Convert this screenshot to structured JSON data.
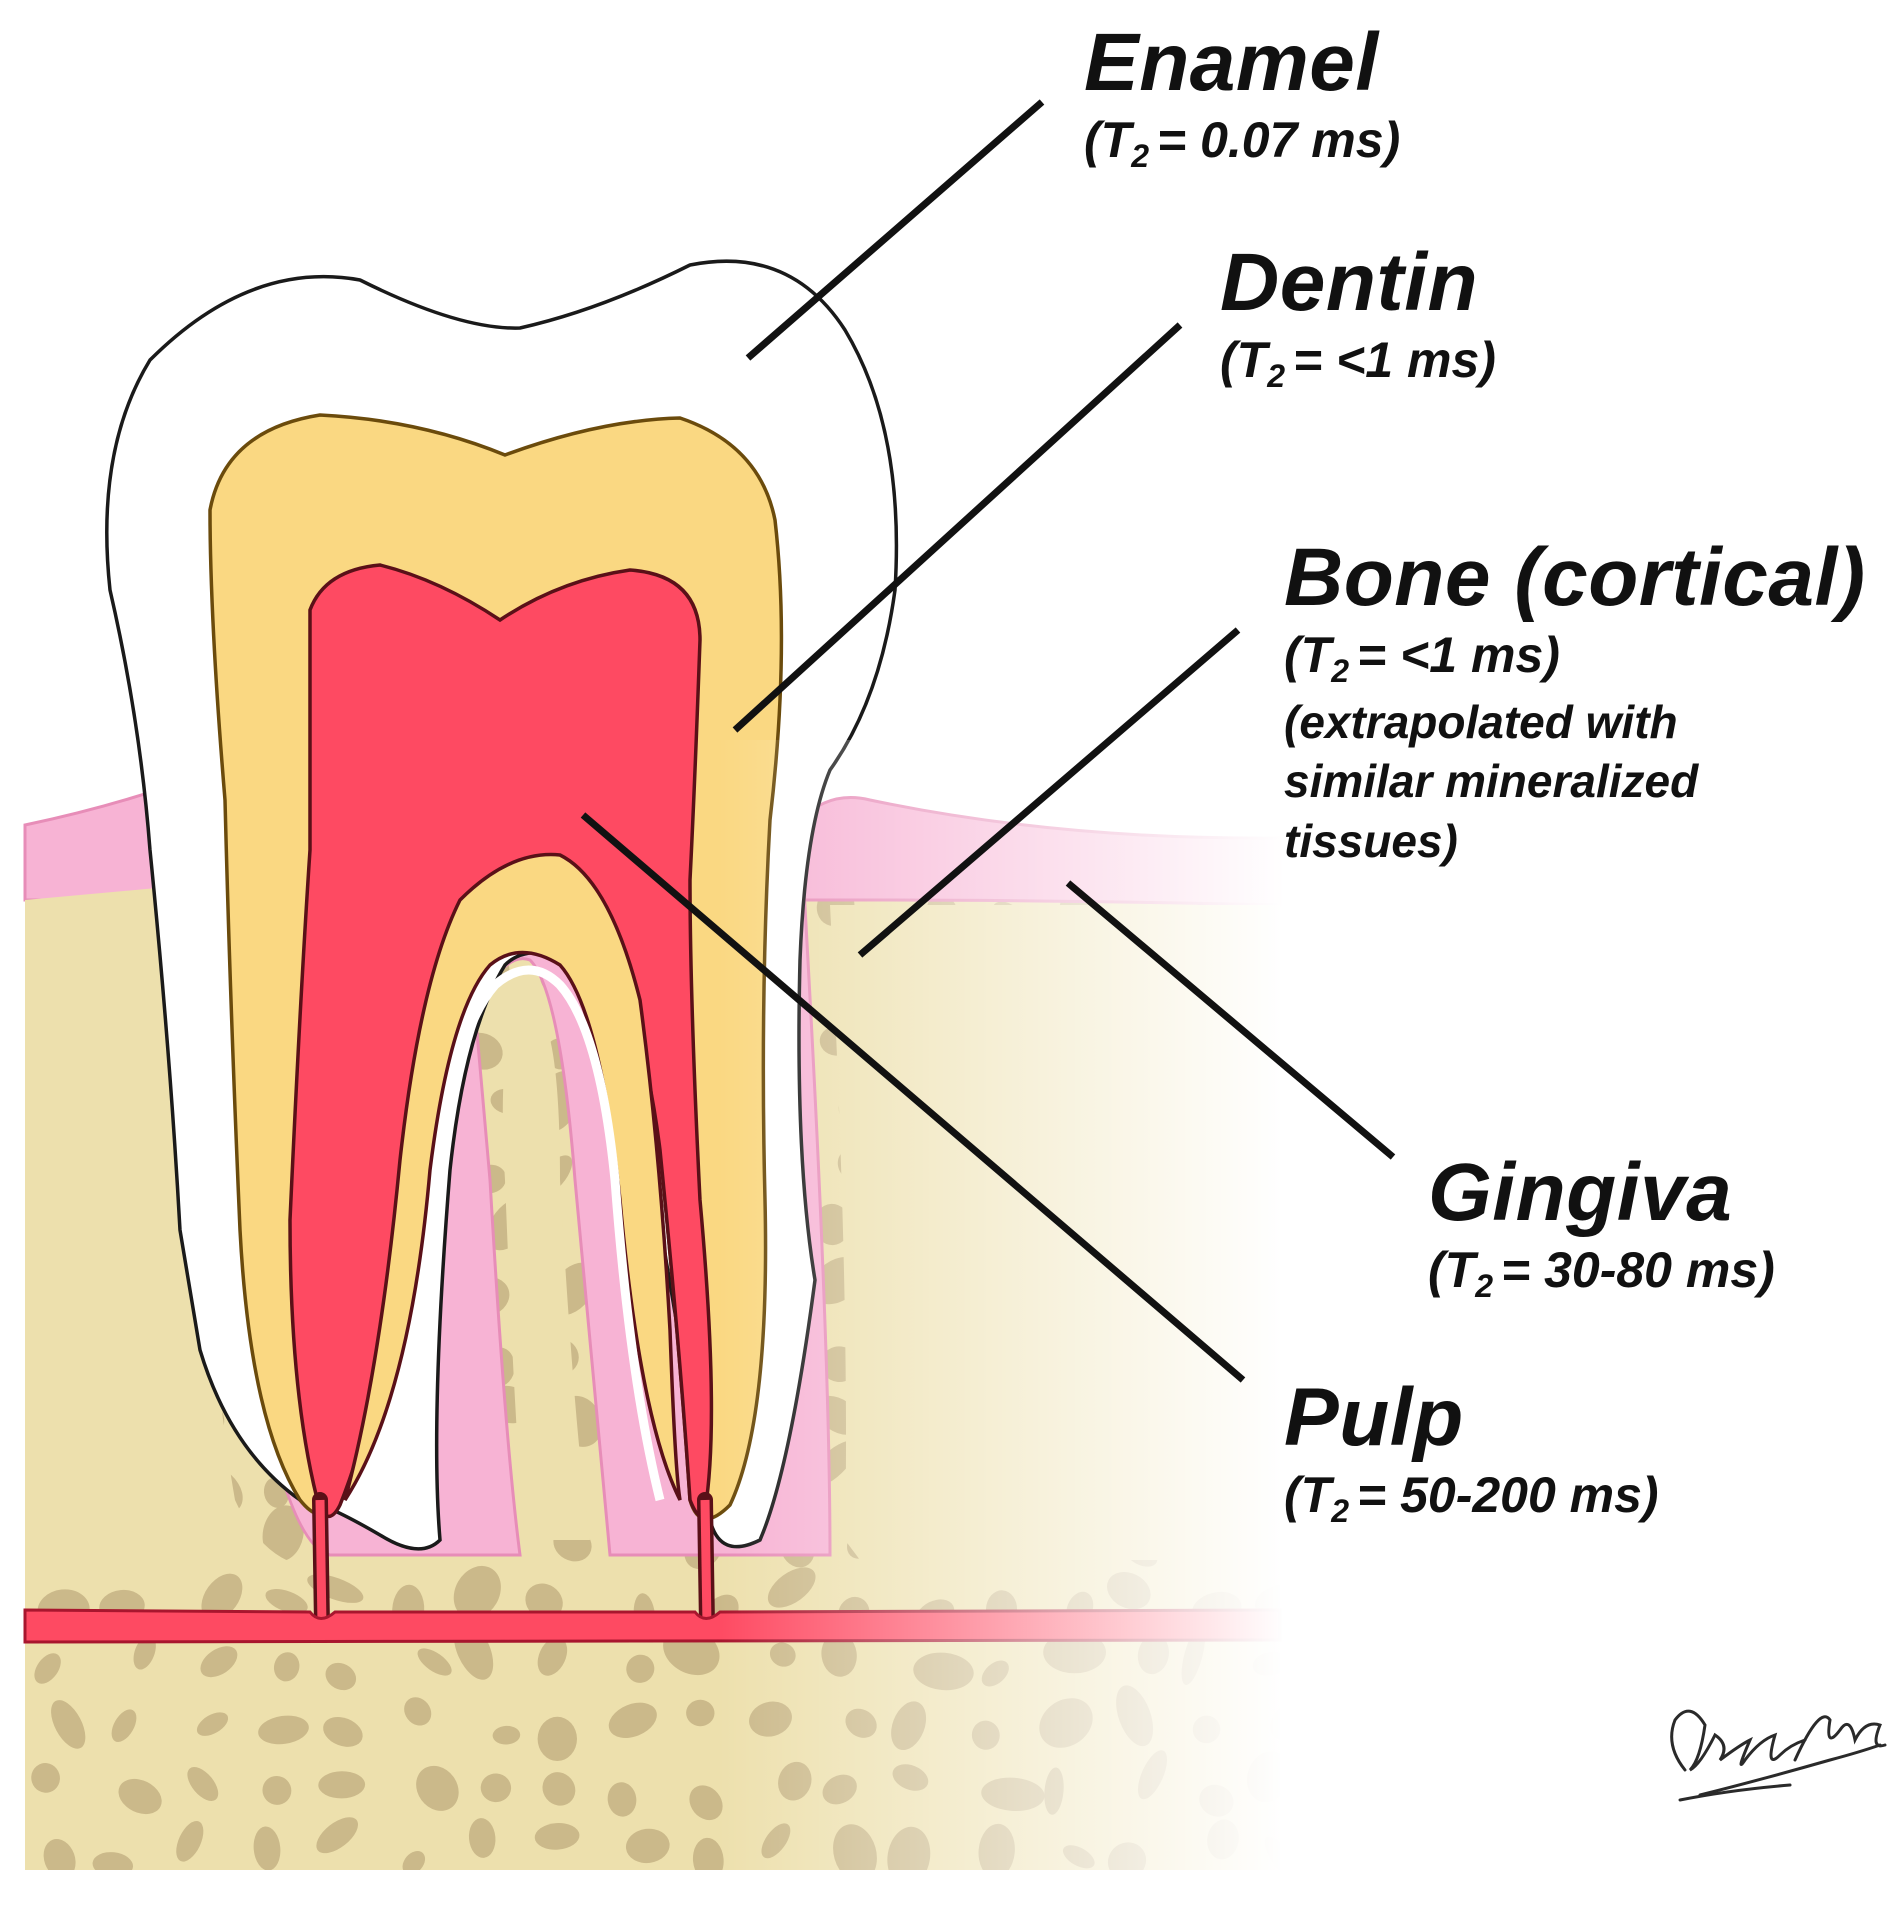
{
  "labels": {
    "enamel": {
      "name": "Enamel",
      "t2_prefix": "(T",
      "t2_sub": "2",
      "t2_value": "= 0.07 ms)"
    },
    "dentin": {
      "name": "Dentin",
      "t2_prefix": "(T",
      "t2_sub": "2",
      "t2_value": "= <1 ms)"
    },
    "bone": {
      "name": "Bone (cortical)",
      "t2_prefix": "(T",
      "t2_sub": "2",
      "t2_value": "= <1 ms)",
      "note_lines": [
        "(extrapolated with",
        "similar mineralized",
        "tissues)"
      ]
    },
    "gingiva": {
      "name": "Gingiva",
      "t2_prefix": "(T",
      "t2_sub": "2",
      "t2_value": "= 30-80 ms)"
    },
    "pulp": {
      "name": "Pulp",
      "t2_prefix": "(T",
      "t2_sub": "2",
      "t2_value": "= 50-200 ms)"
    }
  },
  "colors": {
    "enamel": "#ffffff",
    "dentin": "#fad882",
    "pulp": "#fe4a62",
    "gingiva": "#f7b3d4",
    "bone": "#ede0ad",
    "bone_pores": "#cbb98a",
    "outline_dentin": "#6b4b0c",
    "outline_pulp": "#5a1018"
  }
}
